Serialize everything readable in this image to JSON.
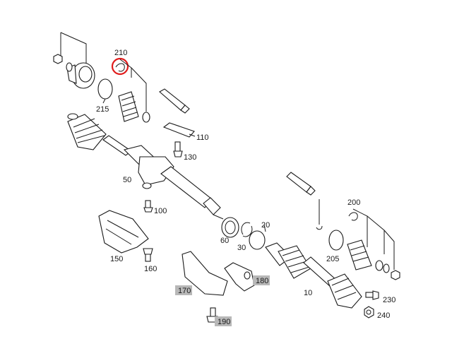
{
  "diagram": {
    "labels": {
      "p210": "210",
      "p215": "215",
      "p110": "110",
      "p130": "130",
      "p50": "50",
      "p100": "100",
      "p150": "150",
      "p160": "160",
      "p170": "170",
      "p180": "180",
      "p190": "190",
      "p60": "60",
      "p30": "30",
      "p20": "20",
      "p200": "200",
      "p205": "205",
      "p10": "10",
      "p230": "230",
      "p240": "240"
    },
    "highlight": {
      "target": "210",
      "color": "#e01b1b"
    },
    "shaded_labels": [
      "170",
      "180",
      "190"
    ],
    "colors": {
      "line": "#1a1a1a",
      "label_bg": "#b8b8b8",
      "background": "#ffffff"
    }
  }
}
